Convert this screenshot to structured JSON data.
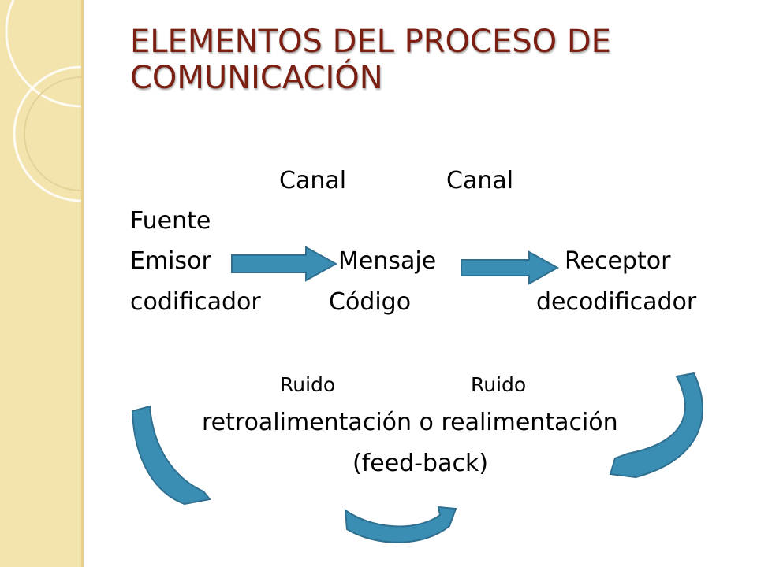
{
  "slide": {
    "title": "ELEMENTOS DEL PROCESO DE COMUNICACIÓN"
  },
  "diagram": {
    "channel_left": "Canal",
    "channel_right": "Canal",
    "source": "Fuente",
    "sender": "Emisor",
    "message": "Mensaje",
    "receiver": "Receptor",
    "encoder": "codificador",
    "code": "Código",
    "decoder": "decodificador",
    "noise_left": "Ruido",
    "noise_right": "Ruido",
    "feedback_line1": "retroalimentación o realimentación",
    "feedback_line2": "(feed-back)"
  },
  "colors": {
    "title": "#7b1f12",
    "arrow": "#3a8db3",
    "arrow_outline": "#2f6f8f",
    "sidebar": "#f3e4ae"
  }
}
